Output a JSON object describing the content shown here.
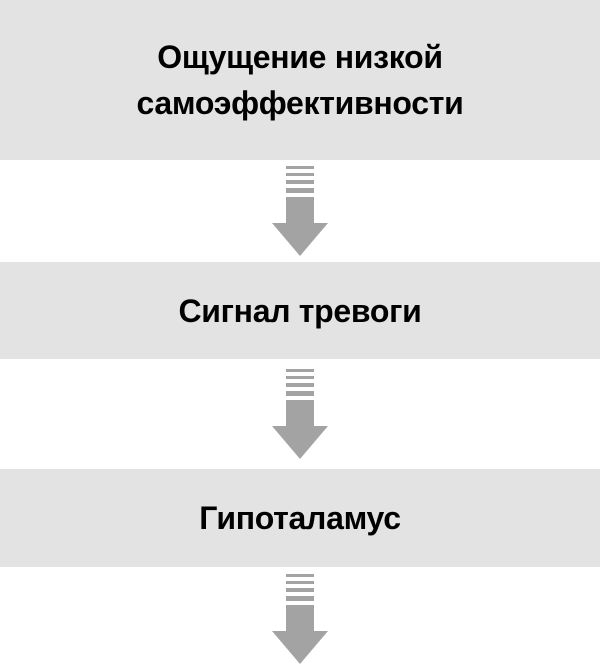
{
  "colors": {
    "box_fill": "#e3e3e3",
    "arrow_fill": "#a3a3a3",
    "text": "#000000",
    "background": "#ffffff"
  },
  "steps": [
    {
      "label": "Ощущение низкой самоэффективности"
    },
    {
      "label": "Сигнал тревоги"
    },
    {
      "label": "Гипоталамус"
    }
  ],
  "arrows": [
    {
      "icon": "down-arrow-icon"
    },
    {
      "icon": "down-arrow-icon"
    },
    {
      "icon": "down-arrow-icon"
    }
  ]
}
